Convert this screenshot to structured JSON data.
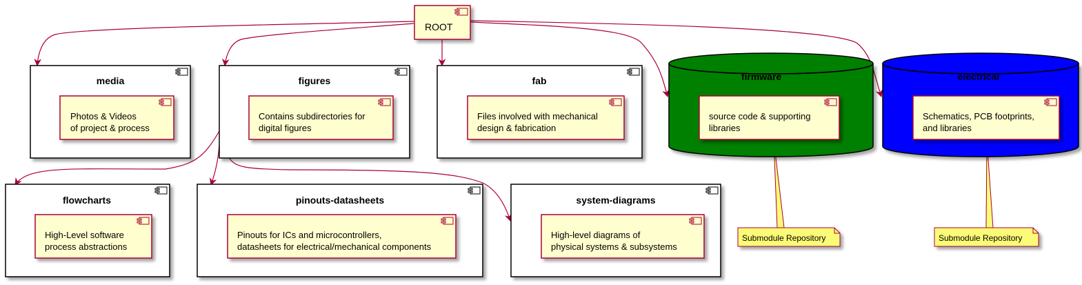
{
  "root": {
    "label": "ROOT"
  },
  "packages": {
    "media": {
      "title": "media",
      "component": [
        "Photos & Videos",
        "of project & process"
      ]
    },
    "figures": {
      "title": "figures",
      "component": [
        "Contains subdirectories for",
        "digital figures"
      ]
    },
    "fab": {
      "title": "fab",
      "component": [
        "Files involved with mechanical",
        "design & fabrication"
      ]
    },
    "flowcharts": {
      "title": "flowcharts",
      "component": [
        "High-Level software",
        "process abstractions"
      ]
    },
    "pinouts": {
      "title": "pinouts-datasheets",
      "component": [
        "Pinouts for ICs and microcontrollers,",
        "datasheets for electrical/mechanical components"
      ]
    },
    "system": {
      "title": "system-diagrams",
      "component": [
        "High-level diagrams of",
        "physical systems & subsystems"
      ]
    }
  },
  "databases": {
    "firmware": {
      "title": "firmware",
      "component": [
        "source code & supporting",
        "libraries"
      ],
      "note": "Submodule Repository",
      "color": "#008000"
    },
    "electrical": {
      "title": "electrical",
      "component": [
        "Schematics, PCB footprints,",
        "and libraries"
      ],
      "note": "Submodule Repository",
      "color": "#0000FF"
    }
  },
  "colors": {
    "component_fill": "#FEFECE",
    "component_border": "#A80036",
    "arrow": "#A80036",
    "note_fill": "#FBFB77"
  }
}
